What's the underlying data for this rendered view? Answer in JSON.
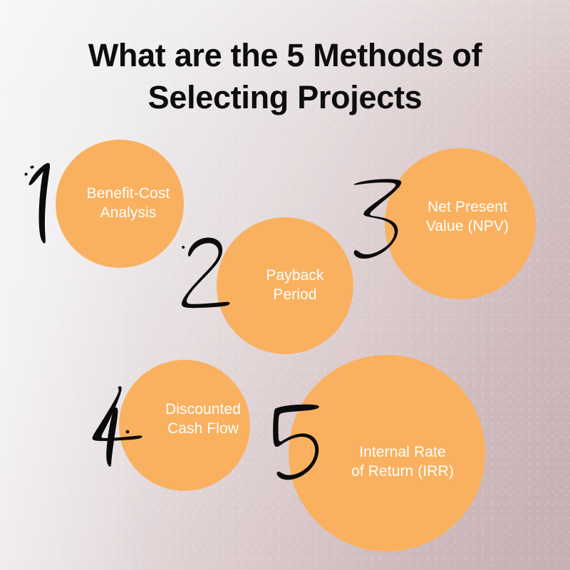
{
  "poster": {
    "title_lines": [
      "What are the 5 Methods of",
      "Selecting Projects"
    ],
    "title_color": "#0d0d0d",
    "background": {
      "from": "#f2f1f2",
      "to": "#c5b0b3",
      "direction": "diagonal top-left to bottom-right"
    },
    "accent_color": "#f9b160",
    "label_color": "#ffffff"
  },
  "methods": [
    {
      "number": "1",
      "label": "Benefit-Cost\nAnalysis",
      "numeral_style": "hand-drawn-brush"
    },
    {
      "number": "2",
      "label": "Payback\nPeriod",
      "numeral_style": "hand-drawn-brush"
    },
    {
      "number": "3",
      "label": "Net Present\nValue (NPV)",
      "numeral_style": "hand-drawn-brush"
    },
    {
      "number": "4",
      "label": "Discounted\nCash Flow",
      "numeral_style": "hand-drawn-brush"
    },
    {
      "number": "5",
      "label": "Internal Rate\nof Return (IRR)",
      "numeral_style": "hand-drawn-brush"
    }
  ]
}
